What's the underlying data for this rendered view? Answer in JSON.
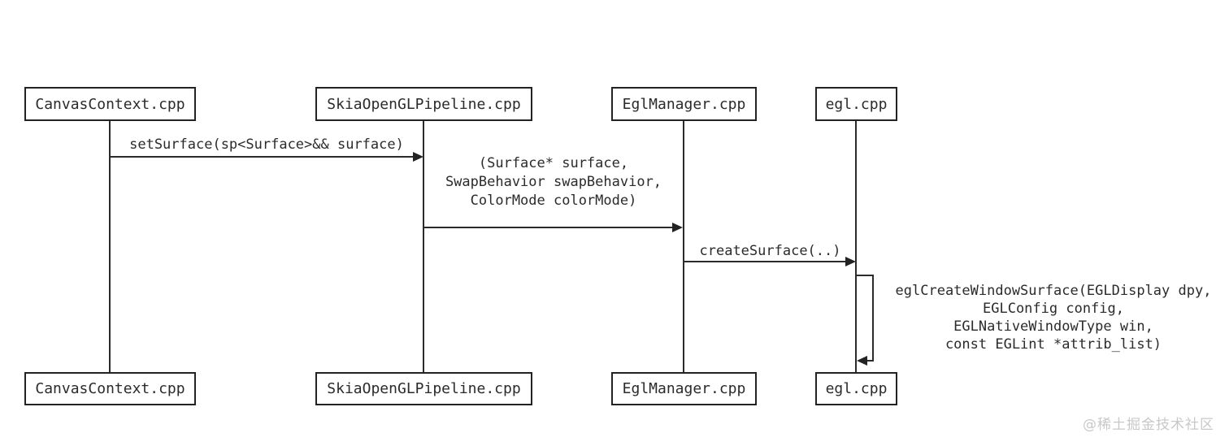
{
  "diagram": {
    "type": "sequence-diagram",
    "actors": [
      {
        "label": "CanvasContext.cpp"
      },
      {
        "label": "SkiaOpenGLPipeline.cpp"
      },
      {
        "label": "EglManager.cpp"
      },
      {
        "label": "egl.cpp"
      }
    ],
    "messages": [
      {
        "type": "arrow",
        "from": "CanvasContext.cpp",
        "to": "SkiaOpenGLPipeline.cpp",
        "lines": [
          "setSurface(sp<Surface>&& surface)"
        ]
      },
      {
        "type": "arrow",
        "from": "SkiaOpenGLPipeline.cpp",
        "to": "EglManager.cpp",
        "lines": [
          "(Surface* surface,",
          "SwapBehavior swapBehavior,",
          "ColorMode colorMode)"
        ]
      },
      {
        "type": "arrow",
        "from": "EglManager.cpp",
        "to": "egl.cpp",
        "lines": [
          "createSurface(..)"
        ]
      },
      {
        "type": "self-call",
        "on": "egl.cpp",
        "lines": [
          "eglCreateWindowSurface(EGLDisplay dpy,",
          "EGLConfig config,",
          "EGLNativeWindowType win,",
          "const EGLint *attrib_list)"
        ]
      }
    ],
    "watermark": "@稀土掘金技术社区",
    "colors": {
      "background": "#ffffff",
      "line": "#2b2b2b",
      "text": "#2b2b2b",
      "box_border": "#222222",
      "watermark": "#c8c8c8"
    }
  }
}
